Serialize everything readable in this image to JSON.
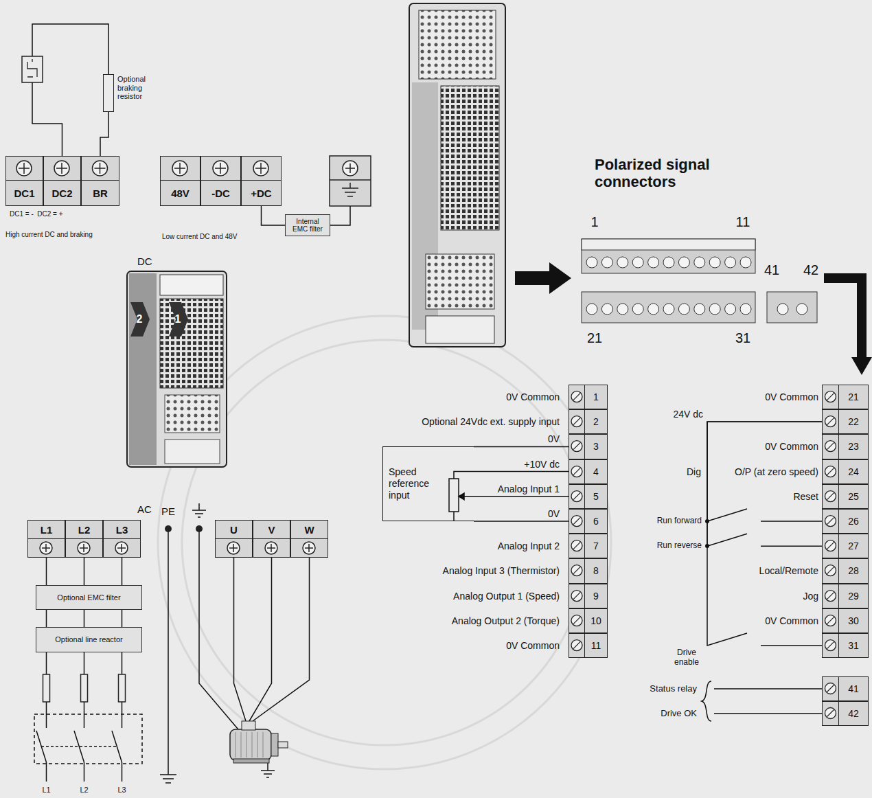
{
  "diagram": {
    "nodes": [
      {
        "text": [
          "Optional braking resistor"
        ]
      },
      {
        "text": [
          "DC1"
        ]
      },
      {
        "text": [
          "DC2"
        ]
      },
      {
        "text": [
          "BR"
        ]
      },
      {
        "text": [
          "48V"
        ]
      },
      {
        "text": [
          "-DC"
        ]
      },
      {
        "text": [
          "+DC"
        ]
      },
      {
        "text": [
          "Internal EMC filter"
        ]
      },
      {
        "text": [
          "L1"
        ]
      },
      {
        "text": [
          "L2"
        ]
      },
      {
        "text": [
          "L3"
        ]
      },
      {
        "text": [
          "U"
        ]
      },
      {
        "text": [
          "V"
        ]
      },
      {
        "text": [
          "W"
        ]
      },
      {
        "text": [
          "Optional EMC filter"
        ]
      },
      {
        "text": [
          "Optional line reactor"
        ]
      },
      {
        "text": [
          "Speed reference input"
        ]
      },
      {
        "text": [
          "1"
        ]
      },
      {
        "text": [
          "2"
        ]
      },
      {
        "text": [
          "3"
        ]
      },
      {
        "text": [
          "4"
        ]
      },
      {
        "text": [
          "5"
        ]
      },
      {
        "text": [
          "6"
        ]
      },
      {
        "text": [
          "7"
        ]
      },
      {
        "text": [
          "8"
        ]
      },
      {
        "text": [
          "9"
        ]
      },
      {
        "text": [
          "10"
        ]
      },
      {
        "text": [
          "11"
        ]
      },
      {
        "text": [
          "21"
        ]
      },
      {
        "text": [
          "22"
        ]
      },
      {
        "text": [
          "23"
        ]
      },
      {
        "text": [
          "24"
        ]
      },
      {
        "text": [
          "25"
        ]
      },
      {
        "text": [
          "26"
        ]
      },
      {
        "text": [
          "27"
        ]
      },
      {
        "text": [
          "28"
        ]
      },
      {
        "text": [
          "29"
        ]
      },
      {
        "text": [
          "30"
        ]
      },
      {
        "text": [
          "31"
        ]
      },
      {
        "text": [
          "41"
        ]
      },
      {
        "text": [
          "42"
        ]
      }
    ],
    "edges": [
      {
        "from": 2,
        "to": 0,
        "arrow": "none"
      },
      {
        "from": 0,
        "to": 3,
        "arrow": "none"
      },
      {
        "from": 6,
        "to": 7,
        "arrow": "none"
      },
      {
        "from": 15,
        "to": 14,
        "arrow": "none"
      },
      {
        "from": 14,
        "to": 8,
        "arrow": "none"
      },
      {
        "from": 14,
        "to": 9,
        "arrow": "none"
      },
      {
        "from": 14,
        "to": 10,
        "arrow": "none"
      },
      {
        "from": 16,
        "to": 19,
        "arrow": "none"
      },
      {
        "from": 16,
        "to": 20,
        "arrow": "none"
      },
      {
        "from": 16,
        "to": 21,
        "arrow": "none"
      },
      {
        "from": 16,
        "to": 22,
        "arrow": "none"
      },
      {
        "from": 29,
        "to": 33,
        "label": "Run forward",
        "arrow": "none"
      },
      {
        "from": 29,
        "to": 34,
        "label": "Run reverse",
        "arrow": "none"
      },
      {
        "from": 29,
        "to": 38,
        "label": "Drive enable",
        "arrow": "none"
      }
    ],
    "labels": [
      "DC1 = -  DC2 = +",
      "High current DC and braking",
      "Low current DC and 48V",
      "DC",
      "2",
      "1",
      "AC",
      "PE",
      "L1",
      "L2",
      "L3",
      "Polarized signal connectors",
      "1",
      "11",
      "41",
      "42",
      "21",
      "31",
      "0V Common",
      "Optional 24Vdc ext. supply input",
      "0V",
      "+10V dc",
      "Analog Input 1",
      "0V",
      "Analog Input 2",
      "Analog Input 3 (Thermistor)",
      "Analog Output 1 (Speed)",
      "Analog Output 2 (Torque)",
      "0V Common",
      "0V Common",
      "24V dc",
      "0V Common",
      "Dig",
      "O/P (at zero speed)",
      "Reset",
      "Local/Remote",
      "Jog",
      "0V Common",
      "Status relay",
      "Drive OK"
    ]
  }
}
